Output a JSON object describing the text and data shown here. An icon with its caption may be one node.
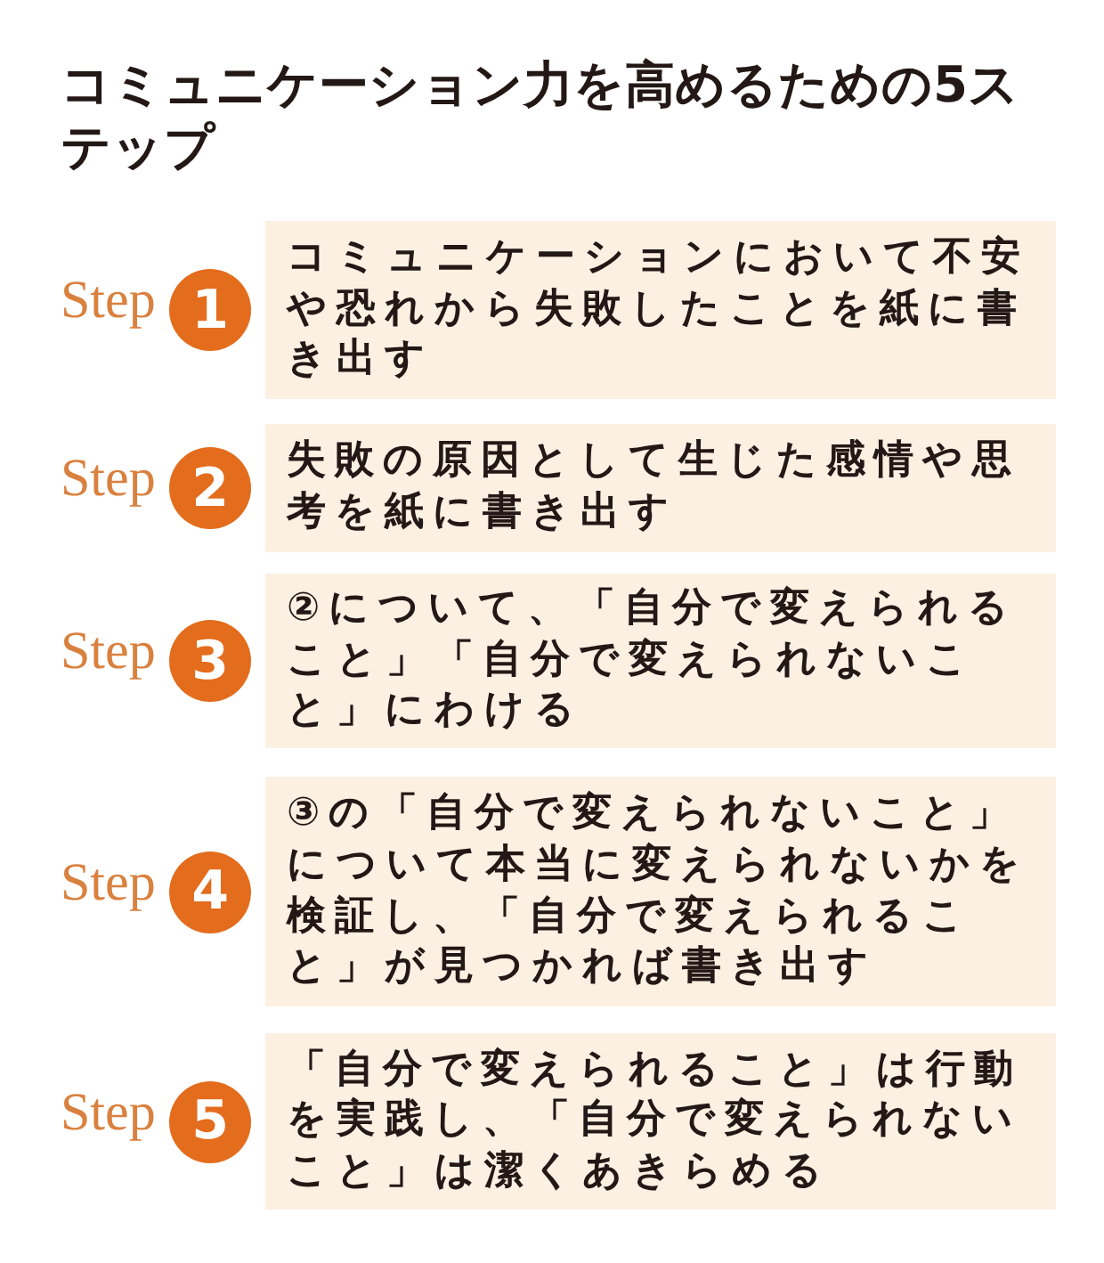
{
  "diagram": {
    "title": "コミュニケーション力を高めるための5ステップ",
    "nodes": [
      {
        "text": [
          "1"
        ],
        "beside": [
          "Step"
        ]
      },
      {
        "text": [
          "コミュニケーションにおいて不安や恐れから失敗したことを紙に書き出す"
        ]
      },
      {
        "text": [
          "2"
        ],
        "beside": [
          "Step"
        ]
      },
      {
        "text": [
          "失敗の原因として生じた感情や思考を紙に書き出す"
        ]
      },
      {
        "text": [
          "3"
        ],
        "beside": [
          "Step"
        ]
      },
      {
        "text": [
          "②について、「自分で変えられること」「自分で変えられないこと」にわける"
        ]
      },
      {
        "text": [
          "4"
        ],
        "beside": [
          "Step"
        ]
      },
      {
        "text": [
          "③の「自分で変えられないこと」について本当に変えられないかを検証し、「自分で変えられること」が見つかれば書き出す"
        ]
      },
      {
        "text": [
          "5"
        ],
        "beside": [
          "Step"
        ]
      },
      {
        "text": [
          "「自分で変えられること」は行動を実践し、「自分で変えられないこと」は潔くあきらめる"
        ]
      }
    ]
  }
}
